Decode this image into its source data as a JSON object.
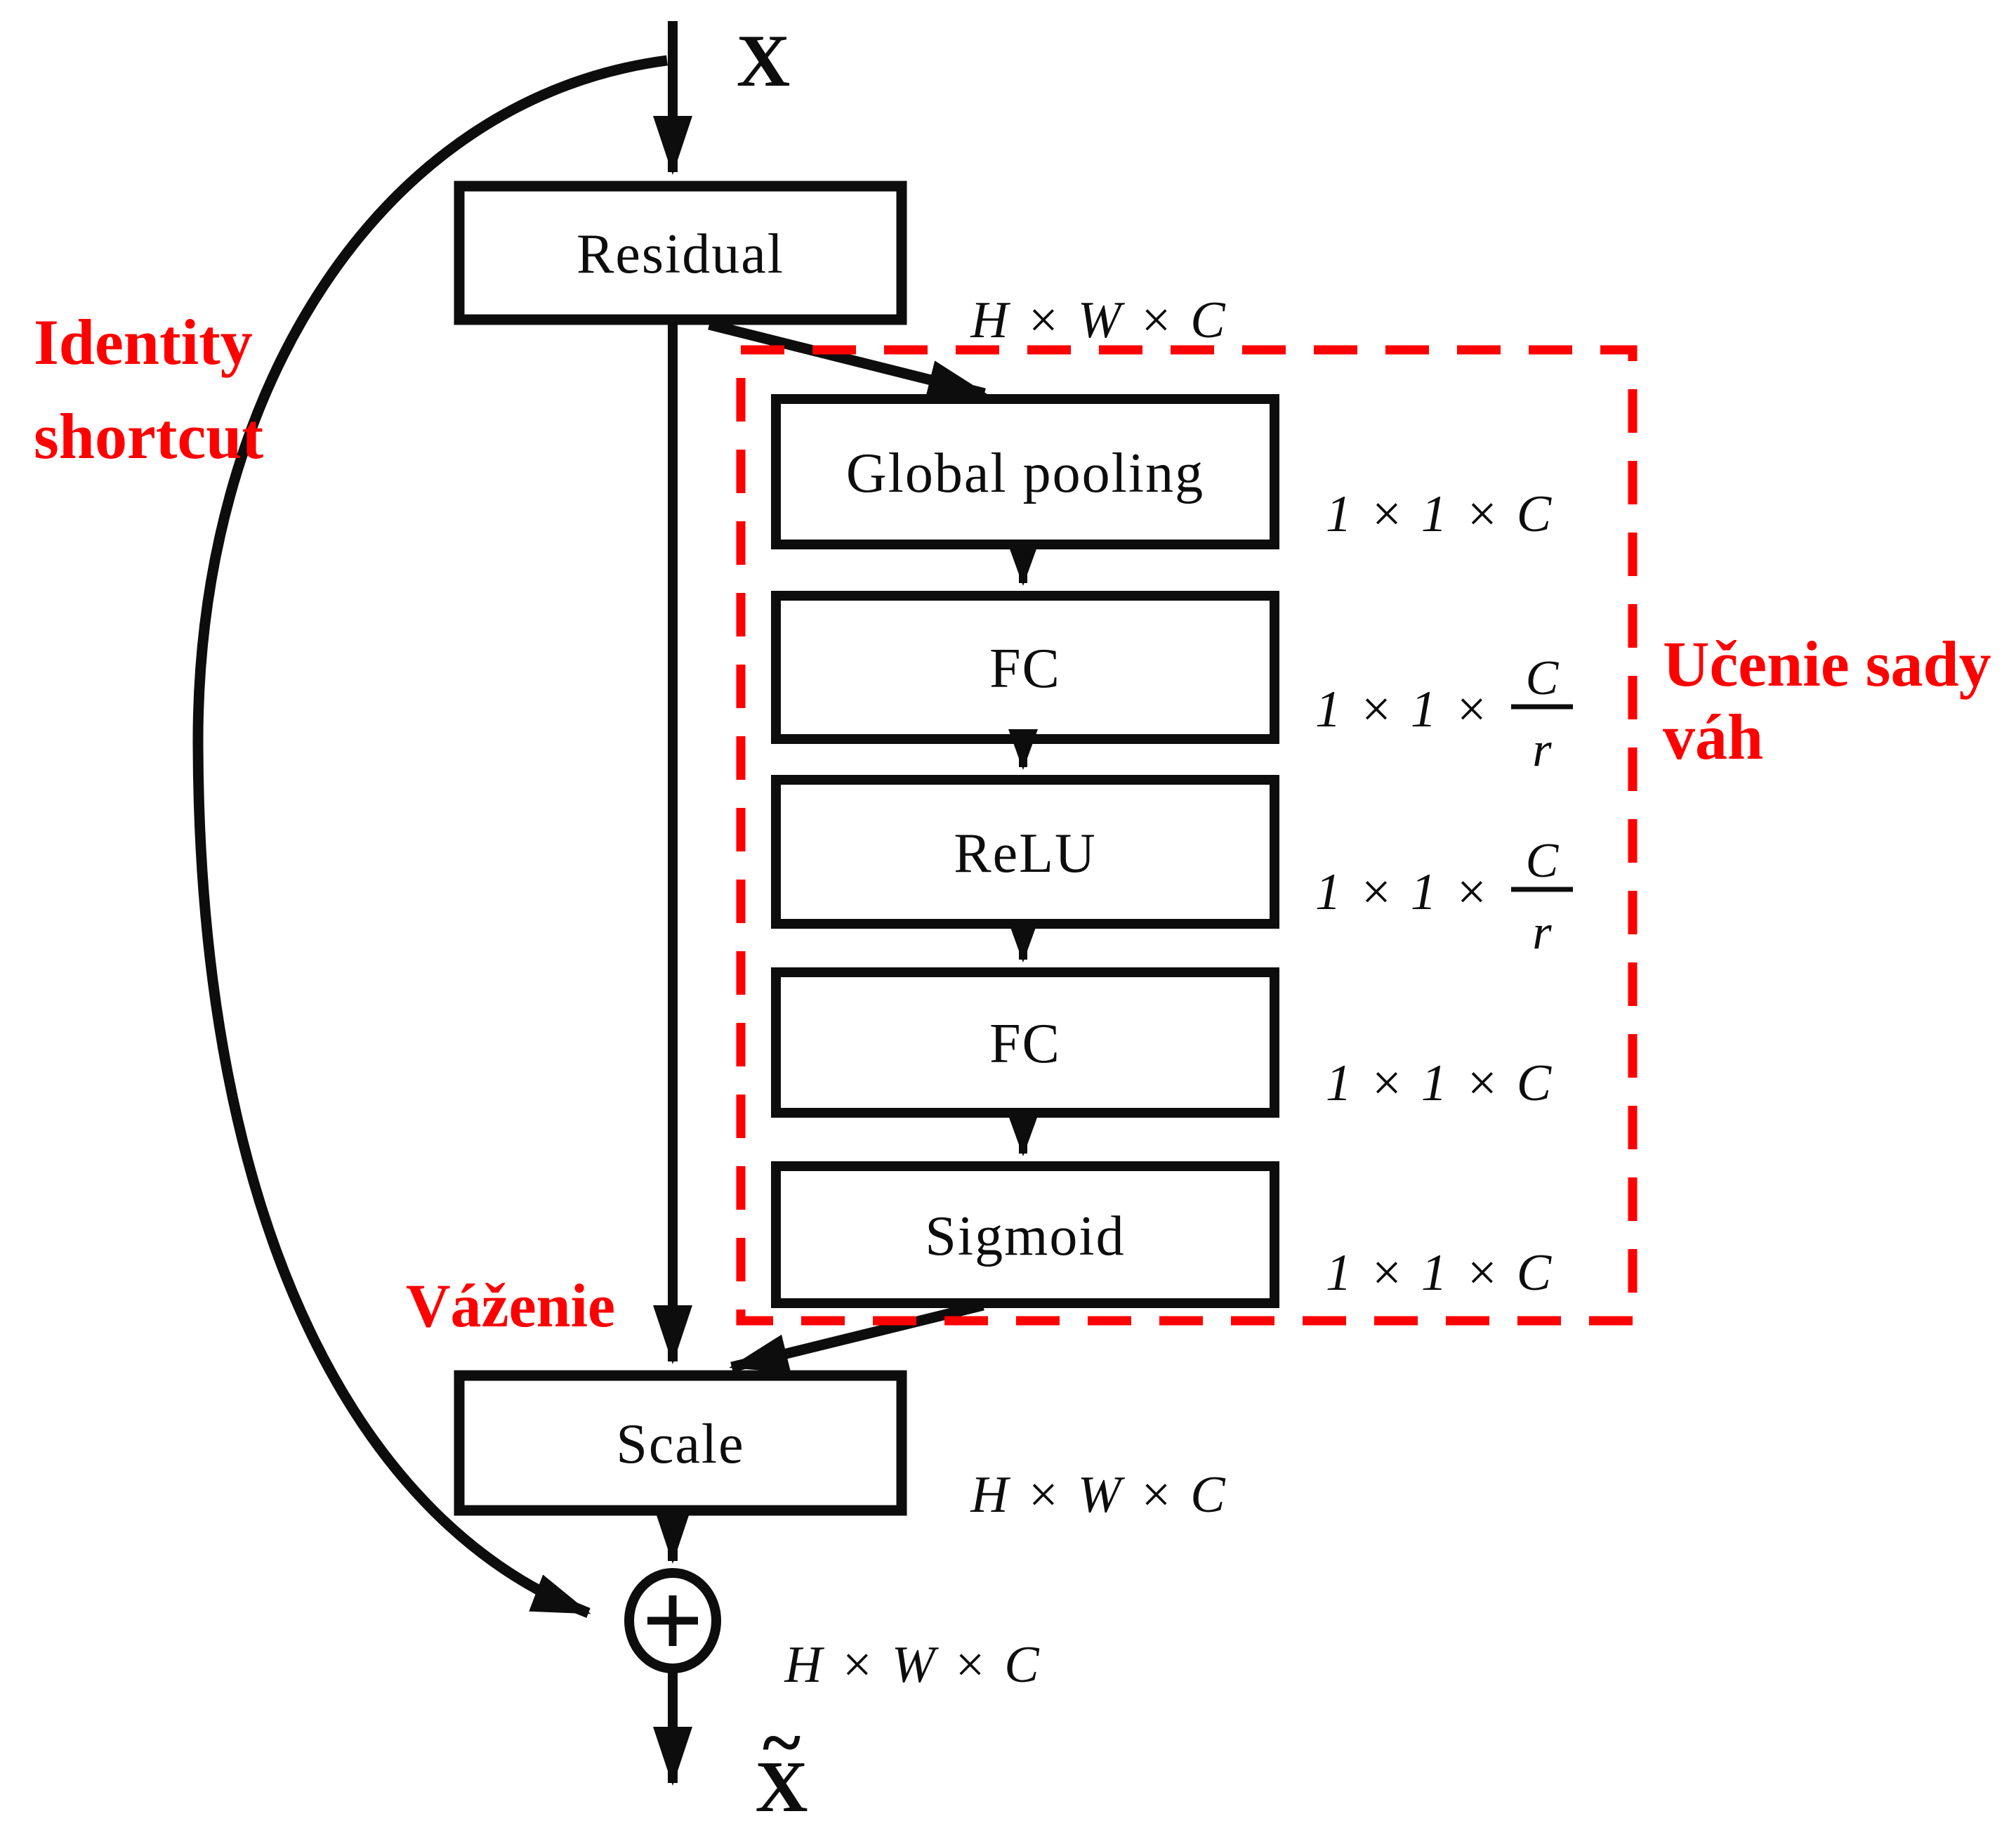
{
  "colors": {
    "ink": "#0d0d0d",
    "annotation_red": "#fe0000",
    "background": "#ffffff"
  },
  "nodes": {
    "input": {
      "label": "X"
    },
    "residual": {
      "label": "Residual",
      "dim": "H × W × C"
    },
    "global_pooling": {
      "label": "Global pooling",
      "dim": "1 × 1 × C"
    },
    "fc1": {
      "label": "FC",
      "dim_prefix": "1 × 1 ×",
      "dim_fraction": {
        "numerator": "C",
        "denominator": "r"
      }
    },
    "relu": {
      "label": "ReLU",
      "dim_prefix": "1 × 1 ×",
      "dim_fraction": {
        "numerator": "C",
        "denominator": "r"
      }
    },
    "fc2": {
      "label": "FC",
      "dim": "1 × 1 × C"
    },
    "sigmoid": {
      "label": "Sigmoid",
      "dim": "1 × 1 × C"
    },
    "scale": {
      "label": "Scale",
      "dim": "H × W × C"
    },
    "sum": {
      "dim": "H × W × C"
    },
    "output": {
      "base": "X",
      "tilde": "~"
    }
  },
  "annotations": {
    "identity_shortcut": {
      "line1": "Identity",
      "line2": "shortcut"
    },
    "weighting": {
      "label": "Váženie"
    },
    "weight_learning": {
      "line1": "Učenie sady",
      "line2": "váh"
    }
  }
}
